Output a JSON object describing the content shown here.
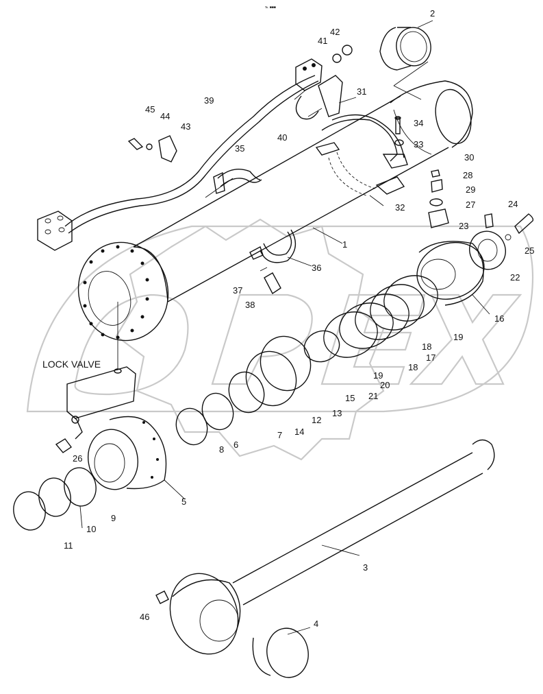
{
  "header_mark": "℡ ■■■",
  "watermark_text": "OPEX",
  "lock_valve_label": "LOCK VALVE",
  "parts": [
    {
      "id": "1",
      "label": "1"
    },
    {
      "id": "2",
      "label": "2"
    },
    {
      "id": "3",
      "label": "3"
    },
    {
      "id": "4",
      "label": "4"
    },
    {
      "id": "5",
      "label": "5"
    },
    {
      "id": "6",
      "label": "6"
    },
    {
      "id": "7",
      "label": "7"
    },
    {
      "id": "8",
      "label": "8"
    },
    {
      "id": "9",
      "label": "9"
    },
    {
      "id": "10",
      "label": "10"
    },
    {
      "id": "11",
      "label": "11"
    },
    {
      "id": "12",
      "label": "12"
    },
    {
      "id": "13",
      "label": "13"
    },
    {
      "id": "14",
      "label": "14"
    },
    {
      "id": "15",
      "label": "15"
    },
    {
      "id": "16",
      "label": "16"
    },
    {
      "id": "17",
      "label": "17"
    },
    {
      "id": "18a",
      "label": "18"
    },
    {
      "id": "18b",
      "label": "18"
    },
    {
      "id": "19a",
      "label": "19"
    },
    {
      "id": "19b",
      "label": "19"
    },
    {
      "id": "20",
      "label": "20"
    },
    {
      "id": "21",
      "label": "21"
    },
    {
      "id": "22",
      "label": "22"
    },
    {
      "id": "23",
      "label": "23"
    },
    {
      "id": "24",
      "label": "24"
    },
    {
      "id": "25",
      "label": "25"
    },
    {
      "id": "26",
      "label": "26"
    },
    {
      "id": "27",
      "label": "27"
    },
    {
      "id": "28",
      "label": "28"
    },
    {
      "id": "29",
      "label": "29"
    },
    {
      "id": "30",
      "label": "30"
    },
    {
      "id": "31",
      "label": "31"
    },
    {
      "id": "32",
      "label": "32"
    },
    {
      "id": "33",
      "label": "33"
    },
    {
      "id": "34",
      "label": "34"
    },
    {
      "id": "35",
      "label": "35"
    },
    {
      "id": "36",
      "label": "36"
    },
    {
      "id": "37",
      "label": "37"
    },
    {
      "id": "38",
      "label": "38"
    },
    {
      "id": "39",
      "label": "39"
    },
    {
      "id": "40",
      "label": "40"
    },
    {
      "id": "41",
      "label": "41"
    },
    {
      "id": "42",
      "label": "42"
    },
    {
      "id": "43",
      "label": "43"
    },
    {
      "id": "44",
      "label": "44"
    },
    {
      "id": "45",
      "label": "45"
    },
    {
      "id": "46",
      "label": "46"
    }
  ]
}
